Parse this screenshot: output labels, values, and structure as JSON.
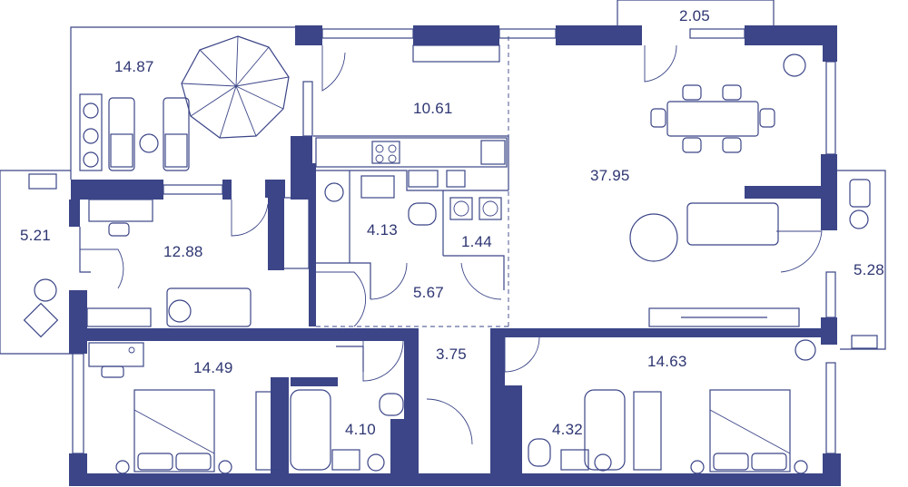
{
  "rooms": [
    {
      "id": "terrace-left",
      "area": "14.87"
    },
    {
      "id": "hall-top",
      "area": "10.61"
    },
    {
      "id": "balcony-top",
      "area": "2.05"
    },
    {
      "id": "living-kitchen",
      "area": "37.95"
    },
    {
      "id": "balcony-left",
      "area": "5.21"
    },
    {
      "id": "study",
      "area": "12.88"
    },
    {
      "id": "bath-small",
      "area": "4.13"
    },
    {
      "id": "laundry",
      "area": "1.44"
    },
    {
      "id": "corridor",
      "area": "5.67"
    },
    {
      "id": "balcony-right",
      "area": "5.28"
    },
    {
      "id": "bedroom-left",
      "area": "14.49"
    },
    {
      "id": "hallway",
      "area": "3.75"
    },
    {
      "id": "bedroom-right",
      "area": "14.63"
    },
    {
      "id": "bathroom-left",
      "area": "4.10"
    },
    {
      "id": "bathroom-right",
      "area": "4.32"
    }
  ],
  "colors": {
    "wall": "#3b4587",
    "text": "#2e3672",
    "background": "#ffffff"
  }
}
